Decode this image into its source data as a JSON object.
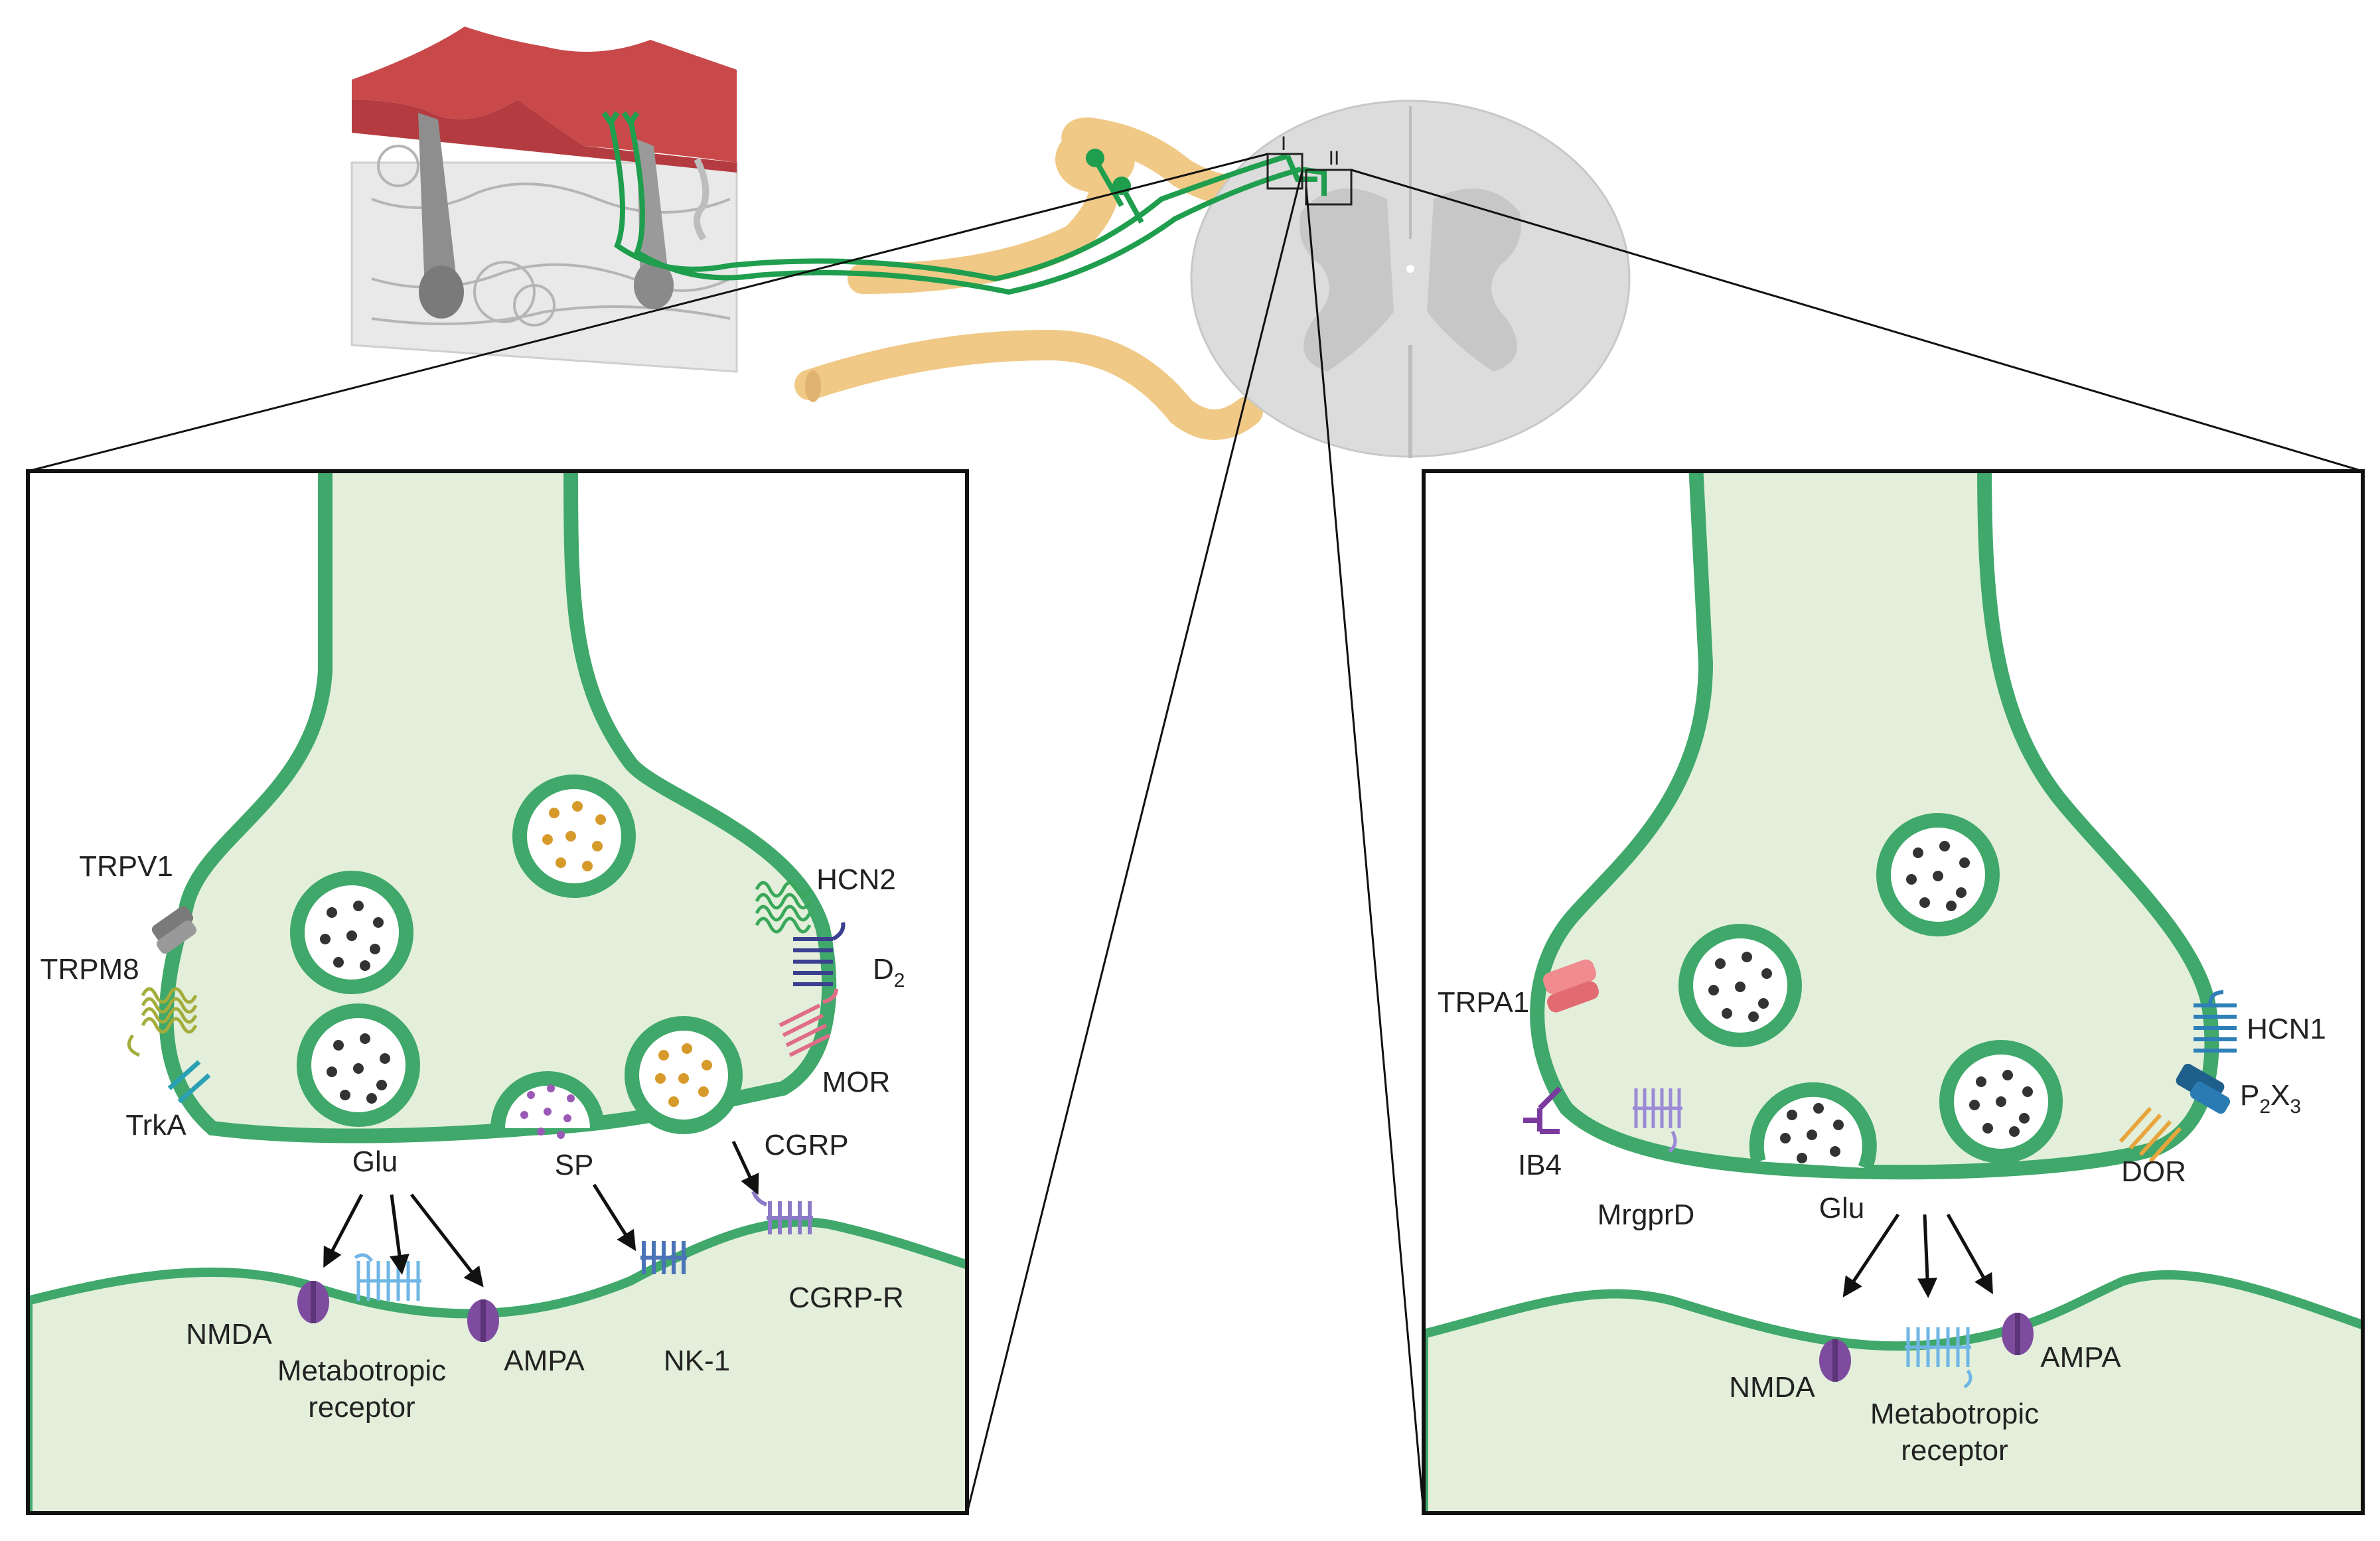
{
  "colors": {
    "membrane": "#3fa86a",
    "cytoplasm": "#e3efda",
    "nerve": "#f0c987",
    "spinal_cord": "#dcdcdc",
    "grey_matter": "#c7c7c7",
    "skin_top": "#c9494b",
    "glu_dots": "#333333",
    "cgrp_dots": "#d69a2b",
    "sp_dots": "#9b59b6"
  },
  "top": {
    "lamina_i": "I",
    "lamina_ii": "II"
  },
  "left_panel": {
    "receptors": {
      "trpv1": "TRPV1",
      "trpm8": "TRPM8",
      "trka": "TrkA",
      "hcn2": "HCN2",
      "d2_main": "D",
      "d2_sub": "2",
      "mor": "MOR"
    },
    "transmitters": {
      "glu": "Glu",
      "sp": "SP",
      "cgrp": "CGRP"
    },
    "postsynaptic": {
      "nmda": "NMDA",
      "metabotropic_line1": "Metabotropic",
      "metabotropic_line2": "receptor",
      "ampa": "AMPA",
      "nk1": "NK-1",
      "cgrp_r": "CGRP-R"
    }
  },
  "right_panel": {
    "receptors": {
      "trpa1": "TRPA1",
      "ib4": "IB4",
      "mrgprd": "MrgprD",
      "hcn1": "HCN1",
      "p2x3_p": "P",
      "p2x3_sub1": "2",
      "p2x3_x": "X",
      "p2x3_sub2": "3",
      "dor": "DOR"
    },
    "transmitters": {
      "glu": "Glu"
    },
    "postsynaptic": {
      "nmda": "NMDA",
      "metabotropic_line1": "Metabotropic",
      "metabotropic_line2": "receptor",
      "ampa": "AMPA"
    }
  }
}
